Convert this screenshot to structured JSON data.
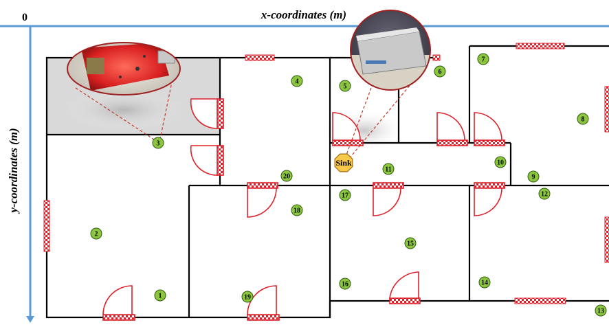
{
  "axes": {
    "origin_label": "0",
    "x_label": "x-coordinates (m)",
    "y_label": "y-coordinates (m)"
  },
  "sink": {
    "label": "Sink"
  },
  "nodes": [
    {
      "id": "1",
      "label": "1"
    },
    {
      "id": "2",
      "label": "2"
    },
    {
      "id": "3",
      "label": "3"
    },
    {
      "id": "4",
      "label": "4"
    },
    {
      "id": "5",
      "label": "5"
    },
    {
      "id": "6",
      "label": "6"
    },
    {
      "id": "7",
      "label": "7"
    },
    {
      "id": "8",
      "label": "8"
    },
    {
      "id": "9",
      "label": "9"
    },
    {
      "id": "10",
      "label": "10"
    },
    {
      "id": "11",
      "label": "11"
    },
    {
      "id": "12",
      "label": "12"
    },
    {
      "id": "13",
      "label": "13"
    },
    {
      "id": "14",
      "label": "14"
    },
    {
      "id": "15",
      "label": "15"
    },
    {
      "id": "16",
      "label": "16"
    },
    {
      "id": "17",
      "label": "17"
    },
    {
      "id": "18",
      "label": "18"
    },
    {
      "id": "19",
      "label": "19"
    },
    {
      "id": "20",
      "label": "20"
    }
  ],
  "colors": {
    "axis": "#5b9bd5",
    "wall": "#000000",
    "door": "#e0202a",
    "node_fill": "#8cc63f",
    "node_stroke": "#2e5a10",
    "sink_fill": "#f7c948",
    "shaded_room": "#d9d9d9",
    "callout_line": "#c0392b"
  },
  "icons": {
    "sensor_photo": "sensor-board-photo",
    "gateway_photo": "gateway-device-photo"
  }
}
